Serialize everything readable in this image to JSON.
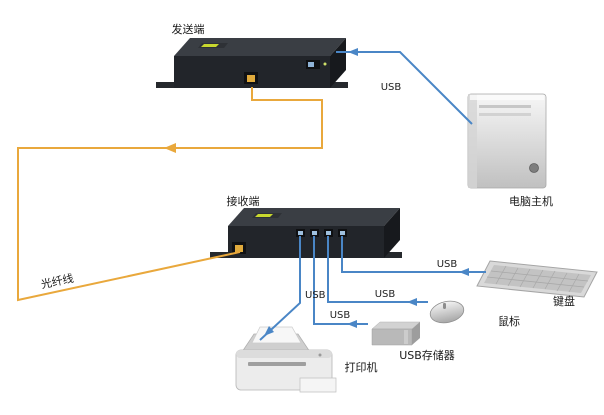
{
  "diagram": {
    "labels": {
      "transmitter": "发送端",
      "receiver": "接收端",
      "computer": "电脑主机",
      "keyboard": "键盘",
      "mouse": "鼠标",
      "usb_storage": "USB存储器",
      "printer": "打印机",
      "fiber": "光纤线"
    },
    "connection_labels": {
      "computer_to_transmitter": "USB",
      "receiver_to_keyboard": "USB",
      "receiver_to_mouse": "USB",
      "receiver_to_storage": "USB",
      "receiver_to_printer": "USB"
    },
    "colors": {
      "usb_line": "#4a86c6",
      "fiber_line": "#e9a83c",
      "device_body": "#22252a",
      "device_top": "#3a3e44",
      "brand_accent": "#c8d82e"
    }
  }
}
